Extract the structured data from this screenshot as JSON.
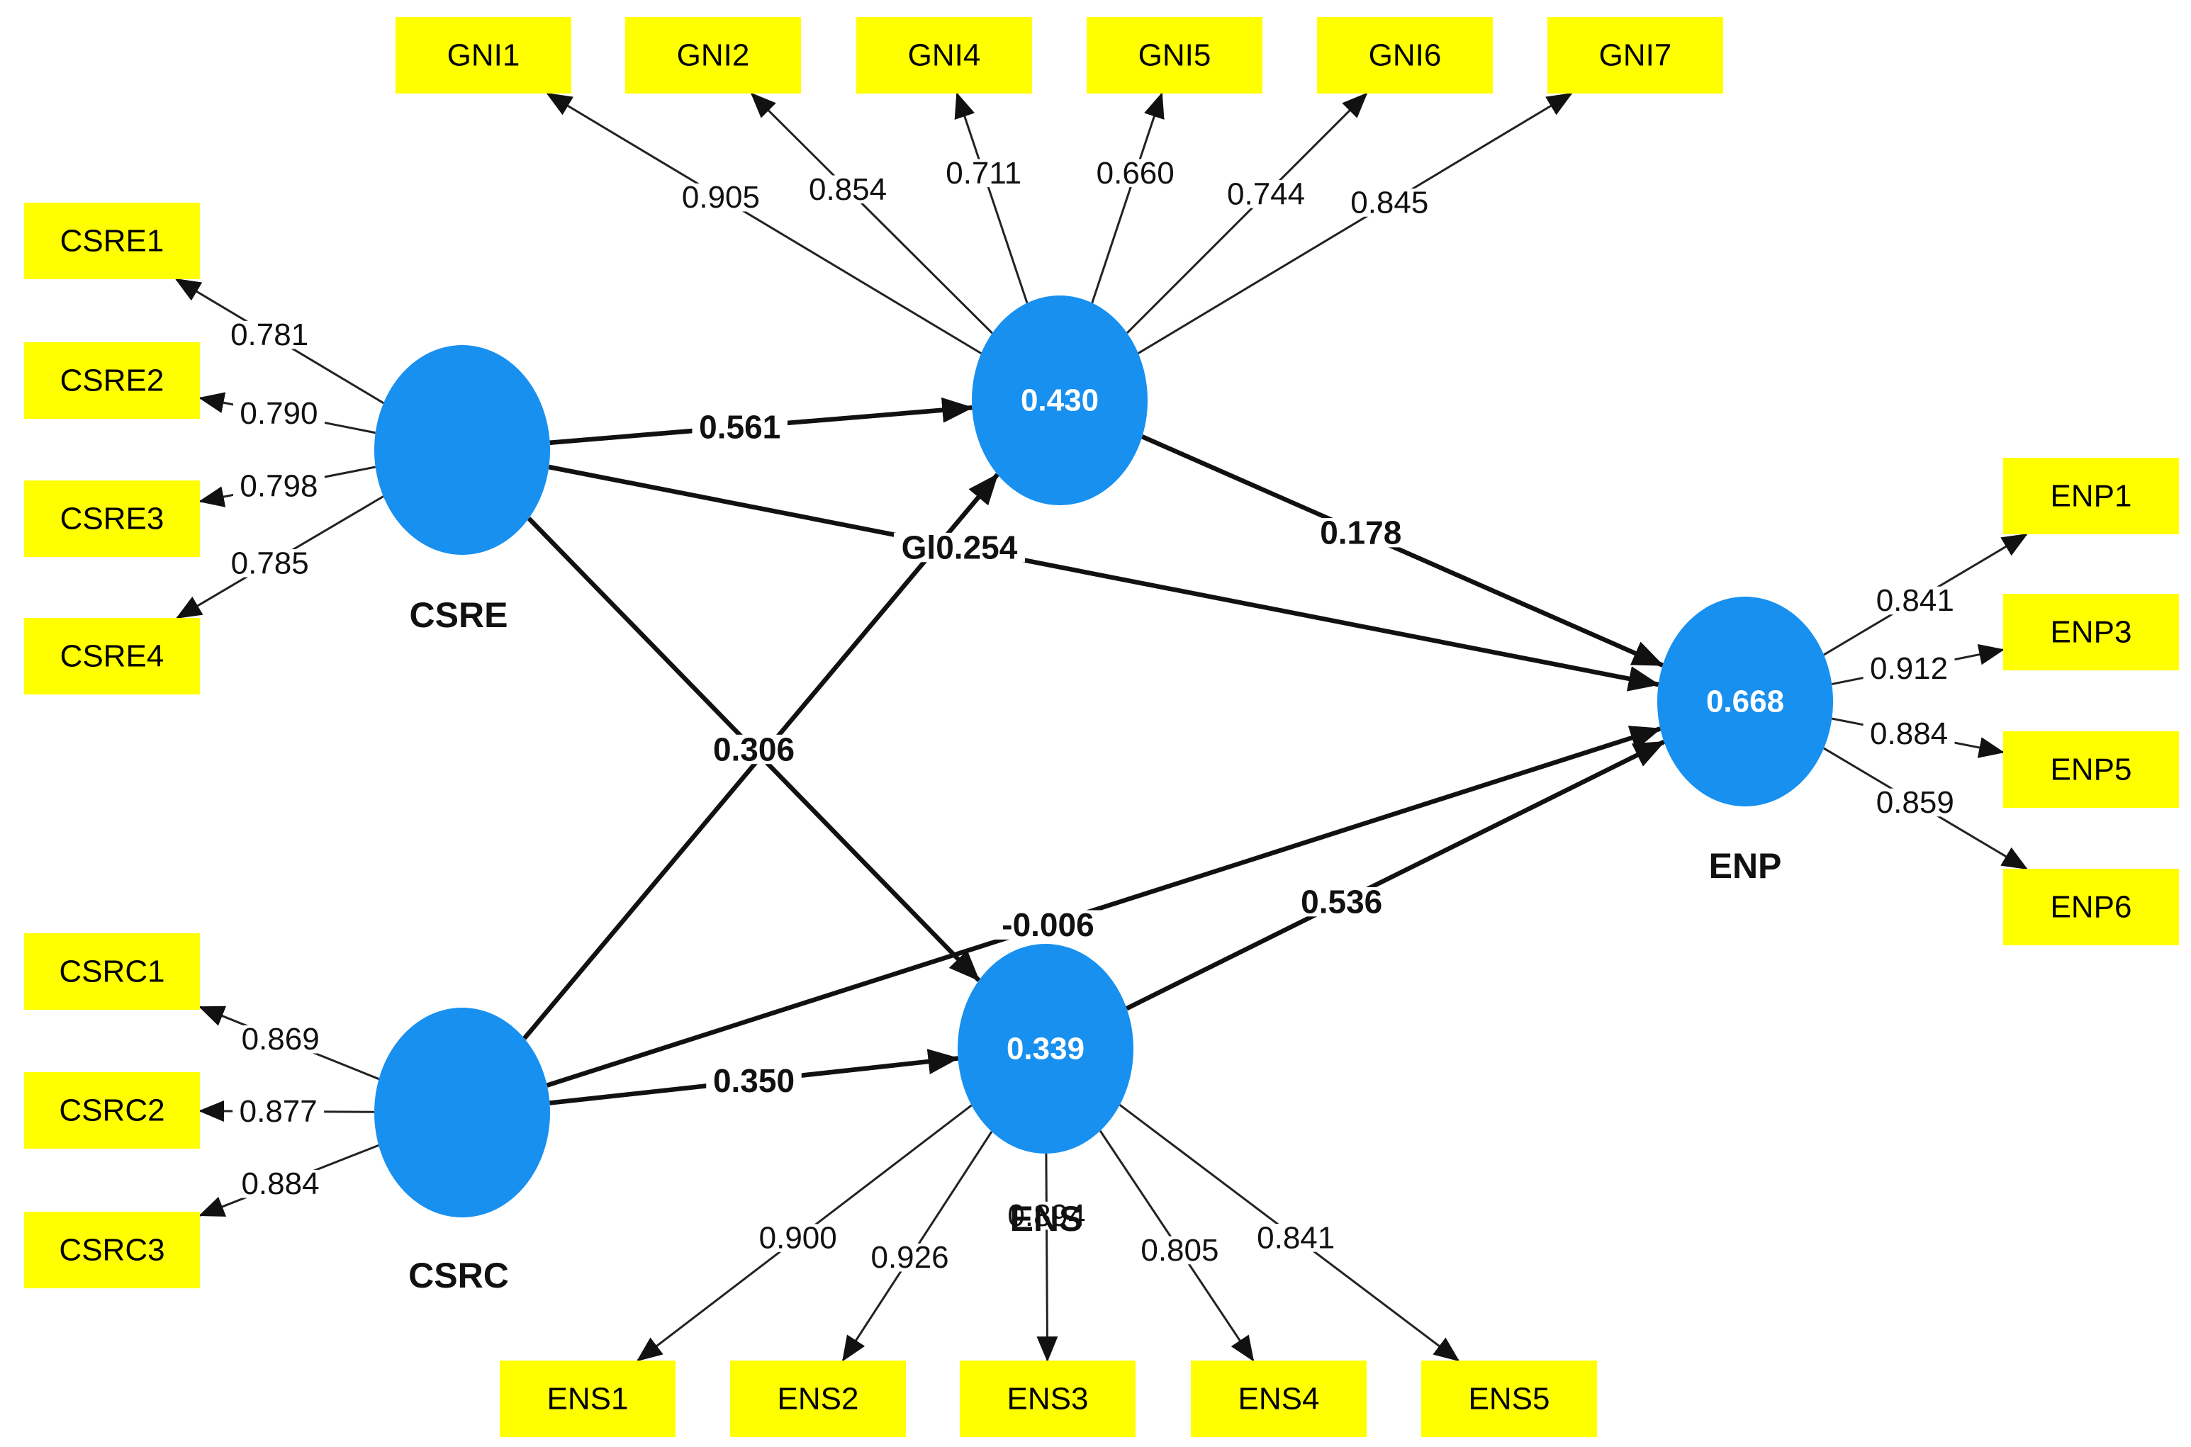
{
  "latents": [
    {
      "id": "CSRE",
      "name": "CSRE",
      "value": null
    },
    {
      "id": "CSRC",
      "name": "CSRC",
      "value": null
    },
    {
      "id": "GNI",
      "name": "",
      "value": "0.430"
    },
    {
      "id": "ENS",
      "name": "ENS",
      "value": "0.339"
    },
    {
      "id": "ENP",
      "name": "ENP",
      "value": "0.668"
    }
  ],
  "indicators": [
    {
      "id": "CSRE1",
      "label": "CSRE1",
      "latent": "CSRE",
      "loading": "0.781"
    },
    {
      "id": "CSRE2",
      "label": "CSRE2",
      "latent": "CSRE",
      "loading": "0.790"
    },
    {
      "id": "CSRE3",
      "label": "CSRE3",
      "latent": "CSRE",
      "loading": "0.798"
    },
    {
      "id": "CSRE4",
      "label": "CSRE4",
      "latent": "CSRE",
      "loading": "0.785"
    },
    {
      "id": "CSRC1",
      "label": "CSRC1",
      "latent": "CSRC",
      "loading": "0.869"
    },
    {
      "id": "CSRC2",
      "label": "CSRC2",
      "latent": "CSRC",
      "loading": "0.877"
    },
    {
      "id": "CSRC3",
      "label": "CSRC3",
      "latent": "CSRC",
      "loading": "0.884"
    },
    {
      "id": "GNI1",
      "label": "GNI1",
      "latent": "GNI",
      "loading": "0.905"
    },
    {
      "id": "GNI2",
      "label": "GNI2",
      "latent": "GNI",
      "loading": "0.854"
    },
    {
      "id": "GNI4",
      "label": "GNI4",
      "latent": "GNI",
      "loading": "0.711"
    },
    {
      "id": "GNI5",
      "label": "GNI5",
      "latent": "GNI",
      "loading": "0.660"
    },
    {
      "id": "GNI6",
      "label": "GNI6",
      "latent": "GNI",
      "loading": "0.744"
    },
    {
      "id": "GNI7",
      "label": "GNI7",
      "latent": "GNI",
      "loading": "0.845"
    },
    {
      "id": "ENP1",
      "label": "ENP1",
      "latent": "ENP",
      "loading": "0.841"
    },
    {
      "id": "ENP3",
      "label": "ENP3",
      "latent": "ENP",
      "loading": "0.912"
    },
    {
      "id": "ENP5",
      "label": "ENP5",
      "latent": "ENP",
      "loading": "0.884"
    },
    {
      "id": "ENP6",
      "label": "ENP6",
      "latent": "ENP",
      "loading": "0.859"
    },
    {
      "id": "ENS1",
      "label": "ENS1",
      "latent": "ENS",
      "loading": "0.900"
    },
    {
      "id": "ENS2",
      "label": "ENS2",
      "latent": "ENS",
      "loading": "0.926"
    },
    {
      "id": "ENS3",
      "label": "ENS3",
      "latent": "ENS",
      "loading": "0.894"
    },
    {
      "id": "ENS4",
      "label": "ENS4",
      "latent": "ENS",
      "loading": "0.805"
    },
    {
      "id": "ENS5",
      "label": "ENS5",
      "latent": "ENS",
      "loading": "0.841"
    }
  ],
  "paths": [
    {
      "from": "CSRE",
      "to": "GNI",
      "coef": "0.561"
    },
    {
      "from": "CSRE",
      "to": "ENP",
      "coef": "Gl0.254"
    },
    {
      "from": "CSRE",
      "to": "ENS",
      "coef": "0.306"
    },
    {
      "from": "CSRC",
      "to": "GNI",
      "coef": ""
    },
    {
      "from": "CSRC",
      "to": "ENP",
      "coef": "-0.006"
    },
    {
      "from": "CSRC",
      "to": "ENS",
      "coef": "0.350"
    },
    {
      "from": "GNI",
      "to": "ENP",
      "coef": "0.178"
    },
    {
      "from": "ENS",
      "to": "ENP",
      "coef": "0.536"
    }
  ],
  "colors": {
    "latent_fill": "#1890f0",
    "indicator_fill": "#ffff00",
    "line": "#111111"
  }
}
